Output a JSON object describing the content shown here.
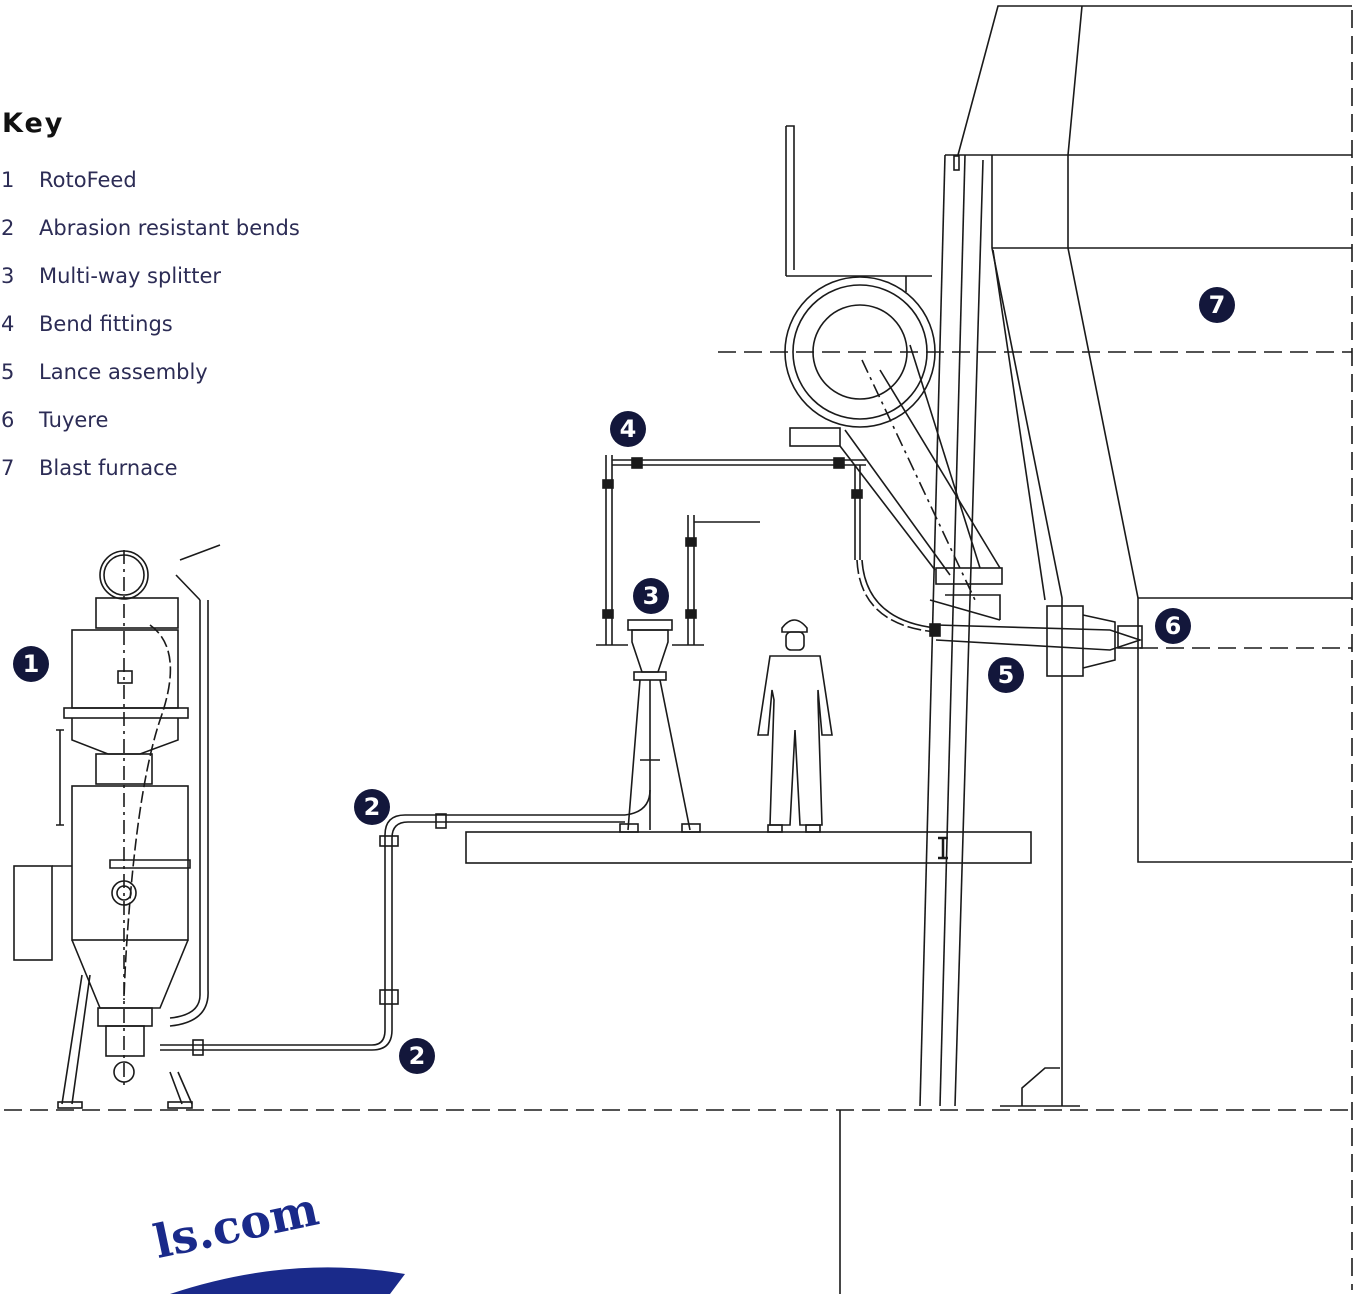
{
  "key": {
    "title": "Key",
    "items": [
      {
        "number": "1",
        "label": "RotoFeed"
      },
      {
        "number": "2",
        "label": "Abrasion resistant bends"
      },
      {
        "number": "3",
        "label": "Multi-way splitter"
      },
      {
        "number": "4",
        "label": "Bend fittings"
      },
      {
        "number": "5",
        "label": "Lance assembly"
      },
      {
        "number": "6",
        "label": "Tuyere"
      },
      {
        "number": "7",
        "label": "Blast furnace"
      }
    ]
  },
  "markers": {
    "rotofeed": "1",
    "bend_lower": "2",
    "bend_upper": "2",
    "splitter": "3",
    "bend_fittings": "4",
    "lance": "5",
    "tuyere": "6",
    "furnace": "7"
  },
  "watermark": "ls.com",
  "colors": {
    "line": "#1a1a1a",
    "key_text": "#2c2c55",
    "marker": "#13173b",
    "watermark": "#1a2a8a"
  }
}
